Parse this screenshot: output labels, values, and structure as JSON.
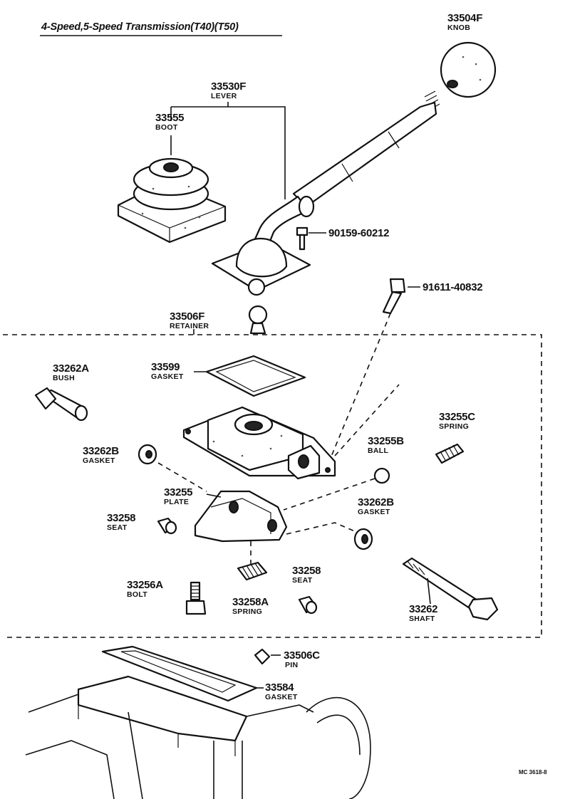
{
  "title": "4-Speed,5-Speed  Transmission(T40)(T50)",
  "footer_code": "MC 3618-8",
  "parts": {
    "knob": {
      "number": "33504F",
      "name": "KNOB"
    },
    "lever": {
      "number": "33530F",
      "name": "LEVER"
    },
    "boot": {
      "number": "33555",
      "name": "BOOT"
    },
    "bolt_lever": {
      "number": "90159-60212"
    },
    "bolt_ret": {
      "number": "91611-40832"
    },
    "retainer": {
      "number": "33506F",
      "name": "RETAINER"
    },
    "bush": {
      "number": "33262A",
      "name": "BUSH"
    },
    "gasket_top": {
      "number": "33599",
      "name": "GASKET"
    },
    "spring_c": {
      "number": "33255C",
      "name": "SPRING"
    },
    "gasket_l": {
      "number": "33262B",
      "name": "GASKET"
    },
    "ball": {
      "number": "33255B",
      "name": "BALL"
    },
    "plate": {
      "number": "33255",
      "name": "PLATE"
    },
    "gasket_r": {
      "number": "33262B",
      "name": "GASKET"
    },
    "seat_l": {
      "number": "33258",
      "name": "SEAT"
    },
    "bolt_a": {
      "number": "33256A",
      "name": "BOLT"
    },
    "spring_a": {
      "number": "33258A",
      "name": "SPRING"
    },
    "seat_r": {
      "number": "33258",
      "name": "SEAT"
    },
    "shaft": {
      "number": "33262",
      "name": "SHAFT"
    },
    "pin": {
      "number": "33506C",
      "name": "PIN"
    },
    "gasket_btm": {
      "number": "33584",
      "name": "GASKET"
    }
  }
}
